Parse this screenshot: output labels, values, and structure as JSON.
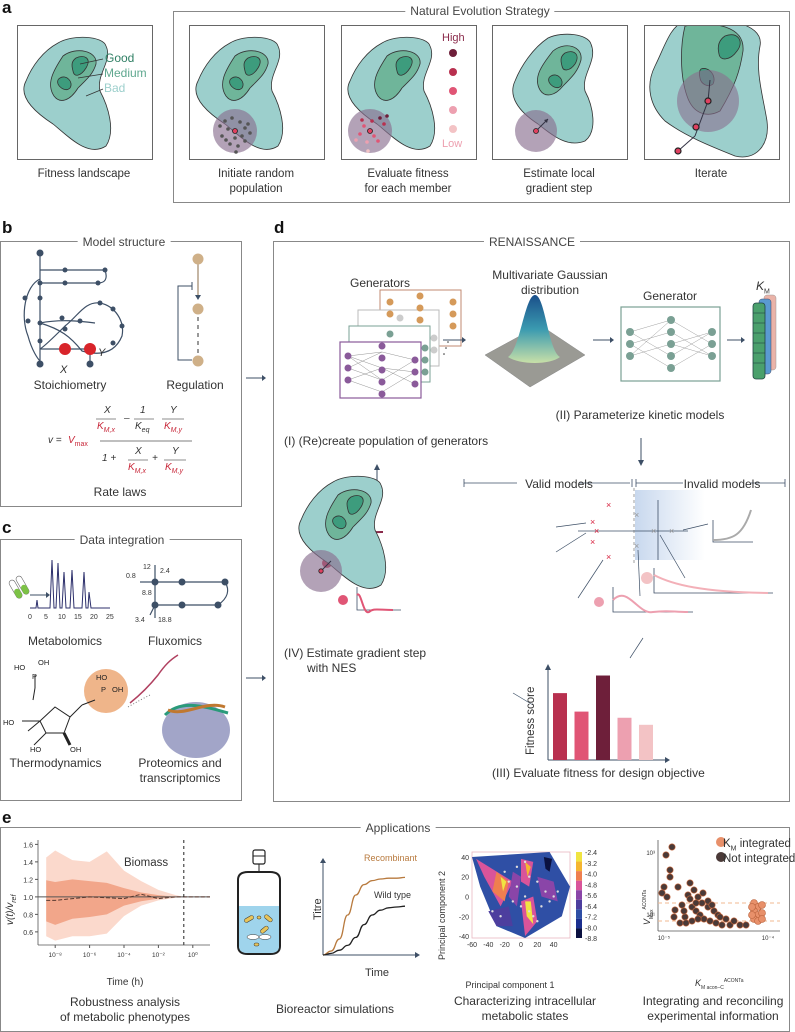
{
  "panel_letters": {
    "a": "a",
    "b": "b",
    "c": "c",
    "d": "d",
    "e": "e"
  },
  "panel_a": {
    "landscape_caption": "Fitness landscape",
    "legend": {
      "good": "Good",
      "medium": "Medium",
      "bad": "Bad"
    },
    "nes_title": "Natural Evolution Strategy",
    "steps": [
      {
        "caption_line1": "Initiate random",
        "caption_line2": "population"
      },
      {
        "caption_line1": "Evaluate fitness",
        "caption_line2": "for each member"
      },
      {
        "caption_line1": "Estimate local",
        "caption_line2": "gradient step"
      },
      {
        "caption_line1": "Iterate",
        "caption_line2": ""
      }
    ],
    "fitness_scale": {
      "high": "High",
      "low": "Low",
      "colors": [
        "#6e1f3a",
        "#b8304f",
        "#e05575",
        "#eda0b0",
        "#f3c3c5"
      ]
    }
  },
  "panel_b": {
    "title": "Model structure",
    "stoichiometry_label": "Stoichiometry",
    "regulation_label": "Regulation",
    "rate_laws_label": "Rate laws",
    "node_x": "X",
    "node_y": "Y",
    "equation": {
      "lhs": "v = ",
      "vmax": "V",
      "vmax_sub": "max",
      "num_x": "X",
      "km_x": "K",
      "km_x_sub": "M,x",
      "minus": "–",
      "one": "1",
      "keq": "K",
      "keq_sub": "eq",
      "num_y": "Y",
      "km_y": "K",
      "km_y_sub": "M,y",
      "den_one": "1 +",
      "plus": "+"
    }
  },
  "panel_c": {
    "title": "Data integration",
    "metabolomics_label": "Metabolomics",
    "metabolomics_ticks": [
      "0",
      "5",
      "10",
      "15",
      "20",
      "25"
    ],
    "fluxomics_label": "Fluxomics",
    "flux_values": [
      "12",
      "2.4",
      "0.8",
      "8.8",
      "3.4",
      "18.8"
    ],
    "thermodynamics_label": "Thermodynamics",
    "proteomics_label_line1": "Proteomics and",
    "proteomics_label_line2": "transcriptomics",
    "molecule_labels": {
      "ho": "HO",
      "oh": "OH",
      "p": "P",
      "o": "O"
    }
  },
  "panel_d": {
    "title": "RENAISSANCE",
    "generators_label": "Generators",
    "gaussian_label_line1": "Multivariate Gaussian",
    "gaussian_label_line2": "distribution",
    "generator_label": "Generator",
    "km_label": "K",
    "km_sub": "M",
    "step1": "(I) (Re)create population of generators",
    "step2": "(II) Parameterize kinetic models",
    "step3": "(III) Evaluate fitness for design objective",
    "step4_line1": "(IV) Estimate gradient step",
    "step4_line2": "with NES",
    "valid_models": "Valid models",
    "invalid_models": "Invalid models",
    "fitness_axis": "Fitness score"
  },
  "panel_e": {
    "title": "Applications",
    "robustness": {
      "caption_line1": "Robustness analysis",
      "caption_line2": "of metabolic phenotypes",
      "annotation": "Biomass",
      "ylabel": "v(t)/v",
      "ylabel_sub": "ref",
      "xlabel": "Time (h)"
    },
    "bioreactor": {
      "caption": "Bioreactor simulations",
      "recombinant": "Recombinant",
      "wild_type": "Wild type",
      "ylabel": "Titre",
      "xlabel": "Time"
    },
    "pca": {
      "caption_line1": "Characterizing intracellular",
      "caption_line2": "metabolic states",
      "xlabel": "Principal component 1",
      "ylabel": "Principal component 2"
    },
    "scatter": {
      "caption_line1": "Integrating and reconciling",
      "caption_line2": "experimental information",
      "legend_km": "K",
      "legend_km_sub": "M",
      "legend_km_rest": " integrated",
      "legend_not": "Not integrated",
      "ylabel": "V",
      "ylabel_sub": "Max",
      "ylabel_sup": "ACONTa",
      "xlabel": "K",
      "xlabel_sub": "M acon–C",
      "xlabel_sup": "ACONTa"
    }
  },
  "chart_data": [
    {
      "type": "area",
      "title": "Biomass",
      "xlabel": "Time (h)",
      "ylabel": "v(t)/v_ref",
      "xscale": "log",
      "xlim": [
        1e-09,
        10
      ],
      "ylim": [
        0.45,
        1.65
      ],
      "xticks": [
        1e-08,
        1e-06,
        0.0001,
        0.01,
        1
      ],
      "xtick_labels": [
        "10⁻⁸",
        "10⁻⁶",
        "10⁻⁴",
        "10⁻²",
        "10⁰"
      ],
      "yticks": [
        0.6,
        0.8,
        1.0,
        1.2,
        1.4,
        1.6
      ],
      "ytick_labels": [
        "0.6",
        "0.8",
        "1.0",
        "1.2",
        "1.4",
        "1.6"
      ],
      "x": [
        3e-09,
        1e-08,
        1e-07,
        1e-06,
        1e-05,
        0.0001,
        0.001,
        0.01,
        0.1,
        0.3,
        10
      ],
      "outer_upper": [
        1.45,
        1.53,
        1.42,
        1.4,
        1.52,
        1.3,
        1.18,
        1.08,
        1.02,
        1.0,
        1.0
      ],
      "inner_upper": [
        1.19,
        1.17,
        1.2,
        1.18,
        1.16,
        1.1,
        1.05,
        1.02,
        1.0,
        1.0,
        1.0
      ],
      "median": [
        0.96,
        0.96,
        0.98,
        1.0,
        0.99,
        0.98,
        1.03,
        0.98,
        1.0,
        1.0,
        1.0
      ],
      "inner_lower": [
        0.72,
        0.68,
        0.75,
        0.77,
        0.8,
        0.9,
        0.95,
        0.98,
        1.0,
        1.0,
        1.0
      ],
      "outer_lower": [
        0.55,
        0.5,
        0.55,
        0.55,
        0.58,
        0.78,
        0.9,
        0.96,
        0.99,
        1.0,
        1.0
      ],
      "reference_line": 1.0,
      "vertical_marker_x": 0.3
    },
    {
      "type": "line",
      "title": "Bioreactor titre",
      "xlabel": "Time",
      "ylabel": "Titre",
      "series": [
        {
          "name": "Recombinant",
          "color": "#b87a3e",
          "x": [
            0,
            0.1,
            0.2,
            0.3,
            0.4,
            0.5,
            0.6,
            0.7,
            0.8,
            0.9,
            1.0
          ],
          "values": [
            0,
            0.05,
            0.2,
            0.5,
            0.75,
            0.88,
            0.93,
            0.95,
            0.96,
            0.96,
            0.97
          ]
        },
        {
          "name": "Wild type",
          "color": "#222222",
          "x": [
            0,
            0.1,
            0.2,
            0.3,
            0.4,
            0.5,
            0.6,
            0.7,
            0.8,
            0.9,
            1.0
          ],
          "values": [
            0,
            0.02,
            0.06,
            0.12,
            0.22,
            0.38,
            0.5,
            0.56,
            0.59,
            0.6,
            0.61
          ]
        }
      ]
    },
    {
      "type": "heatmap",
      "title": "PCA of metabolic states",
      "xlabel": "Principal component 1",
      "ylabel": "Principal component 2",
      "xlim": [
        -60,
        60
      ],
      "ylim": [
        -42,
        45
      ],
      "xticks": [
        -60,
        -40,
        -20,
        0,
        20,
        40
      ],
      "yticks": [
        -40,
        -20,
        0,
        20,
        40
      ],
      "colorbar_ticks": [
        -2.4,
        -3.2,
        -4.0,
        -4.8,
        -5.6,
        -6.4,
        -7.2,
        -8.0,
        -8.8
      ],
      "colorbar_colors": [
        "#f0e442",
        "#f5b631",
        "#ef7f4f",
        "#d9549a",
        "#8a45a8",
        "#4d3e9e",
        "#2f4fa5",
        "#1c2f8f",
        "#0b1140"
      ]
    },
    {
      "type": "scatter",
      "title": "Vmax vs KM",
      "xlabel": "K_M acon-C ACONTa",
      "ylabel": "V_Max ACONTa",
      "xscale": "log",
      "yscale": "log",
      "xticks": [
        1e-05,
        0.0001
      ],
      "xtick_labels": [
        "10⁻⁵",
        "10⁻⁴"
      ],
      "yticks": [
        10,
        1000
      ],
      "ytick_labels": [
        "10¹",
        "10³"
      ],
      "series": [
        {
          "name": "KM integrated",
          "color": "#e8906a"
        },
        {
          "name": "Not integrated",
          "color": "#4a3a38"
        }
      ]
    }
  ]
}
